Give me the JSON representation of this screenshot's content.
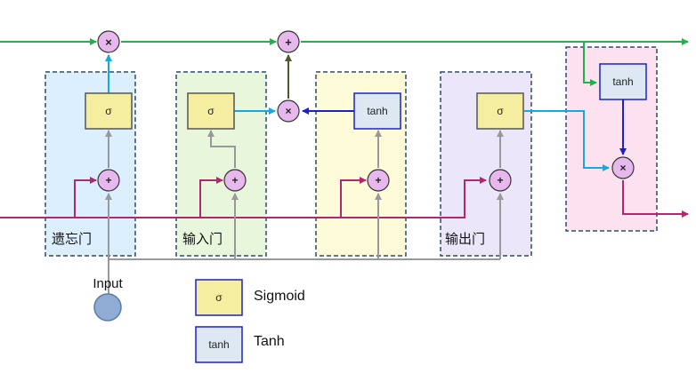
{
  "gates": {
    "forget": {
      "label": "遗忘门",
      "block": "σ"
    },
    "input": {
      "label": "输入门",
      "block": "σ"
    },
    "candidate": {
      "block": "tanh"
    },
    "output": {
      "label": "输出门",
      "block": "σ"
    },
    "cell_output": {
      "block": "tanh"
    }
  },
  "operators": {
    "plus": "+",
    "times": "×"
  },
  "input_node": {
    "label": "Input"
  },
  "legend": [
    {
      "symbol": "σ",
      "label": "Sigmoid"
    },
    {
      "symbol": "tanh",
      "label": "Tanh"
    }
  ],
  "colors": {
    "cell_line": "#1db34a",
    "hidden_line": "#b0286e",
    "input_line": "#999999",
    "sigmoid_fill": "#f5eea0",
    "tanh_fill": "#dde8f3",
    "block_border_blue": "#1a22c8",
    "operator_fill": "#e6b8ee",
    "forget_bg": "#dcefff",
    "input_bg": "#e8f6dc",
    "candidate_bg": "#fdfbd8",
    "output_bg": "#ece6fa",
    "out_bg": "#fbe2ee",
    "sigmoid_out_line": "#18a8e0",
    "tanh_out_line": "#1a22c8"
  }
}
